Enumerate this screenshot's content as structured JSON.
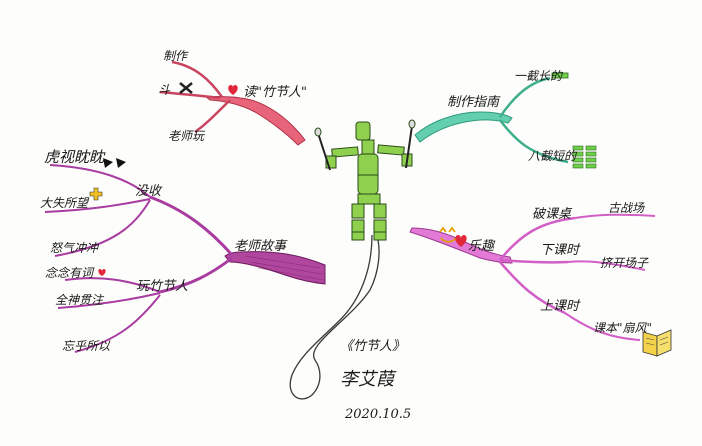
{
  "center": {
    "title": "《竹节人》",
    "author": "李艾葭",
    "date": "2020.10.5"
  },
  "colors": {
    "red_branch": "#e8647a",
    "teal_branch": "#63cfae",
    "purple_branch": "#a93ca0",
    "pink_branch": "#e27ad6",
    "figure_green": "#8fd14f",
    "heart": "#e0283a"
  },
  "branches": {
    "top_left": {
      "label": "读\"竹节人\"",
      "children": [
        "制作",
        "斗",
        "老师玩"
      ]
    },
    "top_right": {
      "label": "制作指南",
      "children": [
        "一截长的",
        "八截短的"
      ]
    },
    "bottom_left": {
      "label": "老师故事",
      "groups": [
        {
          "label": "没收",
          "children": [
            "虎视眈眈",
            "大失所望"
          ]
        },
        {
          "label": "玩竹节人",
          "children": [
            "怒气冲冲",
            "全神贯注",
            "忘乎所以"
          ]
        }
      ],
      "extra": "念念有词"
    },
    "bottom_right": {
      "label": "乐趣",
      "children": [
        {
          "label": "破课桌",
          "sub": "古战场"
        },
        {
          "label": "下课时",
          "sub": "挤开场子"
        },
        {
          "label": "上课时",
          "sub": "课本\"扇风\""
        }
      ]
    }
  },
  "icons": [
    "heart-icon",
    "cross-icon",
    "eyes-icon",
    "sparkle-icon",
    "book-icon",
    "bamboo-stick-icon"
  ]
}
